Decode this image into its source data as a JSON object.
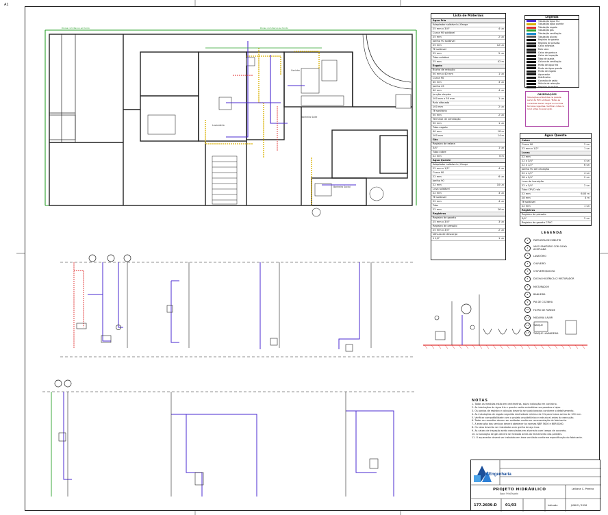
{
  "corner_mark": "A1",
  "colors": {
    "cold_water": "#4a2ad0",
    "hot_water": "#d9b100",
    "drain": "#e03030",
    "boundary": "#2aa02a",
    "wall": "#222222",
    "legend_border": "#b04aa8"
  },
  "room_labels": {
    "room1": "Cozinha",
    "room2": "Lavanderia",
    "room3": "Banheiro Suíte",
    "room4": "Banheiro Social",
    "top_note": "Divisa com Recuo ao fundo",
    "top_note_right": "Divisa com Recuo ao fundo"
  },
  "material_table": {
    "title": "Lista de Materiais",
    "rows": [
      {
        "section": "Agua Fria"
      },
      {
        "desc": "Adaptador soldável c/ flange",
        "qty": ""
      },
      {
        "desc": "25 mm x 3/4\"",
        "qty": "4 un"
      },
      {
        "desc": "Curva 90 soldável",
        "qty": ""
      },
      {
        "desc": "25 mm",
        "qty": "2 un"
      },
      {
        "desc": "Joelho 90 soldável",
        "qty": ""
      },
      {
        "desc": "25 mm",
        "qty": "12 un"
      },
      {
        "desc": "Tê soldável",
        "qty": ""
      },
      {
        "desc": "25 mm",
        "qty": "5 un"
      },
      {
        "desc": "Tubo soldável",
        "qty": ""
      },
      {
        "desc": "25 mm",
        "qty": "42 m"
      },
      {
        "section": "Esgoto"
      },
      {
        "desc": "Bucha de redução",
        "qty": ""
      },
      {
        "desc": "50 mm x 40 mm",
        "qty": "1 un"
      },
      {
        "desc": "Curva 90",
        "qty": ""
      },
      {
        "desc": "40 mm",
        "qty": "3 un"
      },
      {
        "desc": "Joelho 45",
        "qty": ""
      },
      {
        "desc": "40 mm",
        "qty": "4 un"
      },
      {
        "desc": "Junção simples",
        "qty": ""
      },
      {
        "desc": "100 mm x 50 mm",
        "qty": "1 un"
      },
      {
        "desc": "Ralo sifonado",
        "qty": ""
      },
      {
        "desc": "100 mm",
        "qty": "2 un"
      },
      {
        "desc": "Tê sanitário",
        "qty": ""
      },
      {
        "desc": "50 mm",
        "qty": "2 un"
      },
      {
        "desc": "Terminal de ventilação",
        "qty": ""
      },
      {
        "desc": "50 mm",
        "qty": "1 un"
      },
      {
        "desc": "Tubo esgoto",
        "qty": ""
      },
      {
        "desc": "40 mm",
        "qty": "18 m"
      },
      {
        "desc": "100 mm",
        "qty": "14 m"
      },
      {
        "section": "Gás"
      },
      {
        "desc": "Registro de esfera",
        "qty": ""
      },
      {
        "desc": "3/4\"",
        "qty": "1 un"
      },
      {
        "desc": "Tubo cobre",
        "qty": ""
      },
      {
        "desc": "22 mm",
        "qty": "6 m"
      },
      {
        "section": "Agua Quente"
      },
      {
        "desc": "Adaptador soldável c/ flange",
        "qty": ""
      },
      {
        "desc": "22 mm x 1/2\"",
        "qty": "4 un"
      },
      {
        "desc": "Curva 90",
        "qty": ""
      },
      {
        "desc": "22 mm",
        "qty": "6 un"
      },
      {
        "desc": "Joelho 90",
        "qty": ""
      },
      {
        "desc": "22 mm",
        "qty": "10 un"
      },
      {
        "desc": "Luva soldável",
        "qty": ""
      },
      {
        "desc": "22 mm",
        "qty": "3 un"
      },
      {
        "desc": "Tê soldável",
        "qty": ""
      },
      {
        "desc": "22 mm",
        "qty": "4 un"
      },
      {
        "desc": "Tubo",
        "qty": ""
      },
      {
        "desc": "22 mm",
        "qty": "26 m"
      },
      {
        "section": "Registros"
      },
      {
        "desc": "Registro de gaveta",
        "qty": ""
      },
      {
        "desc": "25 mm x 3/4\"",
        "qty": "3 un"
      },
      {
        "desc": "Registro de pressão",
        "qty": ""
      },
      {
        "desc": "25 mm x 3/4\"",
        "qty": "2 un"
      },
      {
        "desc": "Válvula de descarga",
        "qty": ""
      },
      {
        "desc": "1 1/2\"",
        "qty": "1 un"
      }
    ]
  },
  "pipe_legend": {
    "title": "Legenda",
    "items": [
      {
        "label": "Tubulação água fria",
        "color": "#4a2ad0"
      },
      {
        "label": "Tubulação água quente",
        "color": "#d9b100"
      },
      {
        "label": "Tubulação esgoto",
        "color": "#e03030"
      },
      {
        "label": "Tubulação gás",
        "color": "#2aa02a"
      },
      {
        "label": "Tubulação ventilação",
        "color": "#1f8fd0"
      },
      {
        "label": "Tubulação pluvial",
        "color": "#555555"
      },
      {
        "label": "Registro de gaveta",
        "color": "#111111"
      },
      {
        "label": "Registro de pressão",
        "color": "#111111"
      },
      {
        "label": "Caixa sifonada",
        "color": "#111111"
      },
      {
        "label": "Ralo seco",
        "color": "#111111"
      },
      {
        "label": "Caixa de gordura",
        "color": "#111111"
      },
      {
        "label": "Caixa de inspeção",
        "color": "#111111"
      },
      {
        "label": "Tubo de queda",
        "color": "#111111"
      },
      {
        "label": "Coluna de ventilação",
        "color": "#111111"
      },
      {
        "label": "Ponto de água fria",
        "color": "#111111"
      },
      {
        "label": "Ponto de água quente",
        "color": "#111111"
      },
      {
        "label": "Ponto de esgoto",
        "color": "#111111"
      },
      {
        "label": "Aquecedor",
        "color": "#111111"
      },
      {
        "label": "Hidrômetro",
        "color": "#111111"
      },
      {
        "label": "Conexão de saída",
        "color": "#111111"
      },
      {
        "label": "Válvula de retenção",
        "color": "#111111"
      },
      {
        "label": "Registro de esfera",
        "color": "#111111"
      }
    ]
  },
  "legend_note": {
    "title": "OBSERVAÇÕES",
    "text": "Tubulações embutidas na parede serão de PVC soldável. Todas as conexões devem seguir as normas técnicas vigentes. Verificar cotas no local antes da execução."
  },
  "small_table": {
    "title": "Agua Quente",
    "rows": [
      {
        "section": "Cobre"
      },
      {
        "desc": "Curva 90",
        "qty": "2 un"
      },
      {
        "desc": "22 mm x 1/2\"",
        "qty": "1 un"
      },
      {
        "section": "Luvas"
      },
      {
        "desc": "22 mm",
        "qty": ""
      },
      {
        "desc": "22 x 3/4\"",
        "qty": "4 un"
      },
      {
        "desc": "22 x 1/2\"",
        "qty": "6 un"
      },
      {
        "desc": "Joelho 90 de transição",
        "qty": ""
      },
      {
        "desc": "22 x 1/2\"",
        "qty": "4 un"
      },
      {
        "desc": "28 x 3/4\"",
        "qty": "2 un"
      },
      {
        "desc": "Luva de transição",
        "qty": ""
      },
      {
        "desc": "22 x 3/4\"",
        "qty": "2 un"
      },
      {
        "desc": "Tubo CPVC rolo",
        "qty": ""
      },
      {
        "desc": "22 mm",
        "qty": "6.00 m"
      },
      {
        "desc": "28 mm",
        "qty": "4 m"
      },
      {
        "desc": "Tê soldável",
        "qty": ""
      },
      {
        "desc": "22 mm",
        "qty": "1 un"
      },
      {
        "section": "Registros"
      },
      {
        "desc": "Registro de pressão",
        "qty": ""
      },
      {
        "desc": "3/4\"",
        "qty": "2 un"
      },
      {
        "desc": "Registro de gaveta CPVC",
        "qty": ""
      },
      {
        "desc": "3/4\"",
        "qty": "1 un"
      },
      {
        "desc": "Registro monocomando",
        "qty": "1 un"
      }
    ]
  },
  "fixture_legend": {
    "title": "LEGENDA",
    "items": [
      {
        "n": "1",
        "label": "PAPELEIRA DE EMBUTIR"
      },
      {
        "n": "2",
        "label": "VASO SANITÁRIO COM CAIXA ACOPLADA"
      },
      {
        "n": "3",
        "label": "LAVATÓRIO"
      },
      {
        "n": "4",
        "label": "CHUVEIRO"
      },
      {
        "n": "5",
        "label": "CHUVEIRO/DUCHA"
      },
      {
        "n": "6",
        "label": "DUCHA HIGIÊNICA C/ MISTURADOR"
      },
      {
        "n": "7",
        "label": "MISTURADOR"
      },
      {
        "n": "8",
        "label": "BANHEIRA"
      },
      {
        "n": "9",
        "label": "PIA DE COZINHA"
      },
      {
        "n": "10",
        "label": "FILTRO DE PAREDE"
      },
      {
        "n": "11",
        "label": "MÁQUINA LAVAR"
      },
      {
        "n": "12",
        "label": "TANQUE"
      },
      {
        "n": "13",
        "label": "TANQUE LAVANDERIA"
      }
    ]
  },
  "notes": {
    "title": "NOTAS",
    "lines": [
      "1. Todas as medidas estão em centímetros, salvo indicação em contrário.",
      "2. As tubulações de água fria e quente serão embutidas nas paredes e lajes.",
      "3. Os pontos de registro e válvulas deverão ser posicionados conforme o detalhamento.",
      "4. As instalações de esgoto seguirão declividade mínima de 1% para tubos acima de 100 mm.",
      "5. Verificar compatibilidade com o projeto arquitetônico e estrutural antes da execução.",
      "6. Todas as conexões devem ser soldadas conforme recomendação do fabricante.",
      "7. A execução dos serviços deverá obedecer às normas NBR 5626 e NBR 8160.",
      "8. Os ralos deverão ser instalados com grelha de aço inox.",
      "9. As caixas de inspeção serão executadas em alvenaria com tampa de concreto.",
      "10. A tubulação de gás deverá ser testada antes do fechamento das paredes.",
      "11. O aquecedor deverá ser instalado em área ventilada conforme especificação do fabricante."
    ]
  },
  "stamp": {
    "logo_text": "TCEngenharia",
    "title": "PROJETO HIDRÁULICO",
    "subtitle": "Água Fria/Esgoto",
    "responsible": "Leiliane C. Pereira",
    "code": "177.2609-D",
    "page": "01/03",
    "scale": "Indicada",
    "date": "JUNHO / 2016"
  }
}
